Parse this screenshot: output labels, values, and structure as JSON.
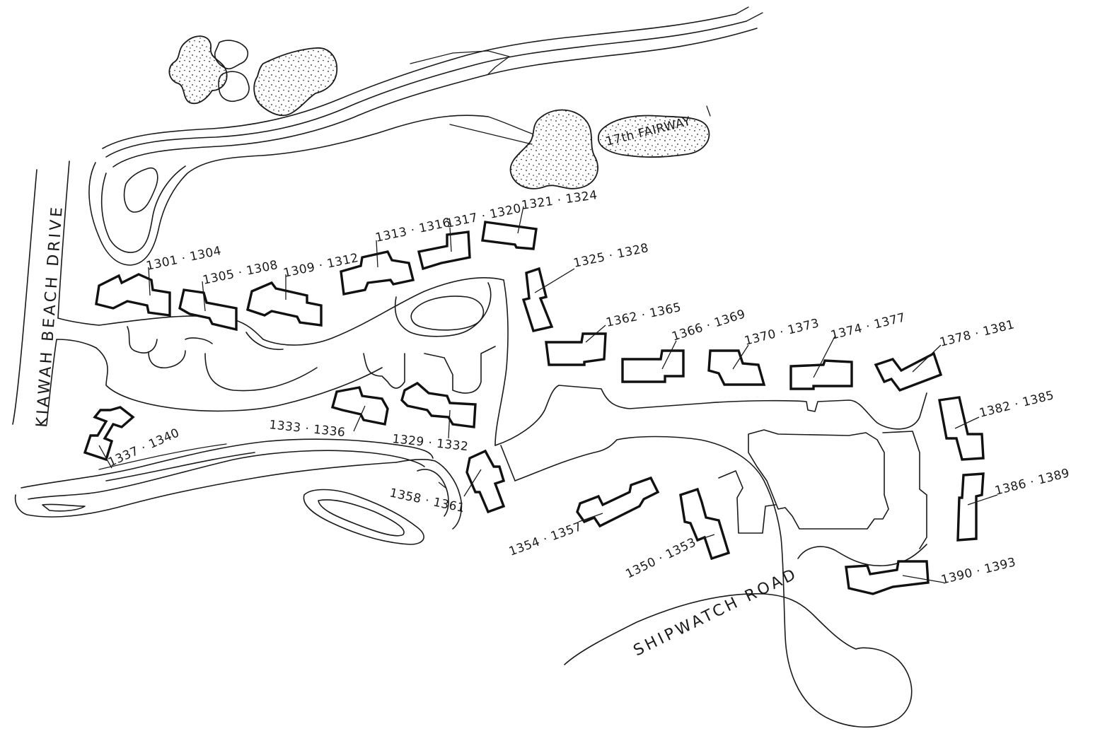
{
  "roads": {
    "kiawah_beach_drive": "KIAWAH BEACH DRIVE",
    "shipwatch_road": "SHIPWATCH ROAD"
  },
  "landmarks": {
    "fairway": "17th FAIRWAY"
  },
  "buildings": [
    {
      "id": "b1301",
      "label": "1301 · 1304"
    },
    {
      "id": "b1305",
      "label": "1305 · 1308"
    },
    {
      "id": "b1309",
      "label": "1309 · 1312"
    },
    {
      "id": "b1313",
      "label": "1313 · 1316"
    },
    {
      "id": "b1317",
      "label": "1317 · 1320"
    },
    {
      "id": "b1321",
      "label": "1321 · 1324"
    },
    {
      "id": "b1325",
      "label": "1325 · 1328"
    },
    {
      "id": "b1329",
      "label": "1329 · 1332"
    },
    {
      "id": "b1333",
      "label": "1333 · 1336"
    },
    {
      "id": "b1337",
      "label": "1337 · 1340"
    },
    {
      "id": "b1350",
      "label": "1350 · 1353"
    },
    {
      "id": "b1354",
      "label": "1354 · 1357"
    },
    {
      "id": "b1358",
      "label": "1358 · 1361"
    },
    {
      "id": "b1362",
      "label": "1362 · 1365"
    },
    {
      "id": "b1366",
      "label": "1366 · 1369"
    },
    {
      "id": "b1370",
      "label": "1370 · 1373"
    },
    {
      "id": "b1374",
      "label": "1374 · 1377"
    },
    {
      "id": "b1378",
      "label": "1378 · 1381"
    },
    {
      "id": "b1382",
      "label": "1382 · 1385"
    },
    {
      "id": "b1386",
      "label": "1386 · 1389"
    },
    {
      "id": "b1390",
      "label": "1390 · 1393"
    }
  ],
  "colors": {
    "ink": "#1a1a1a",
    "paper": "#ffffff"
  }
}
